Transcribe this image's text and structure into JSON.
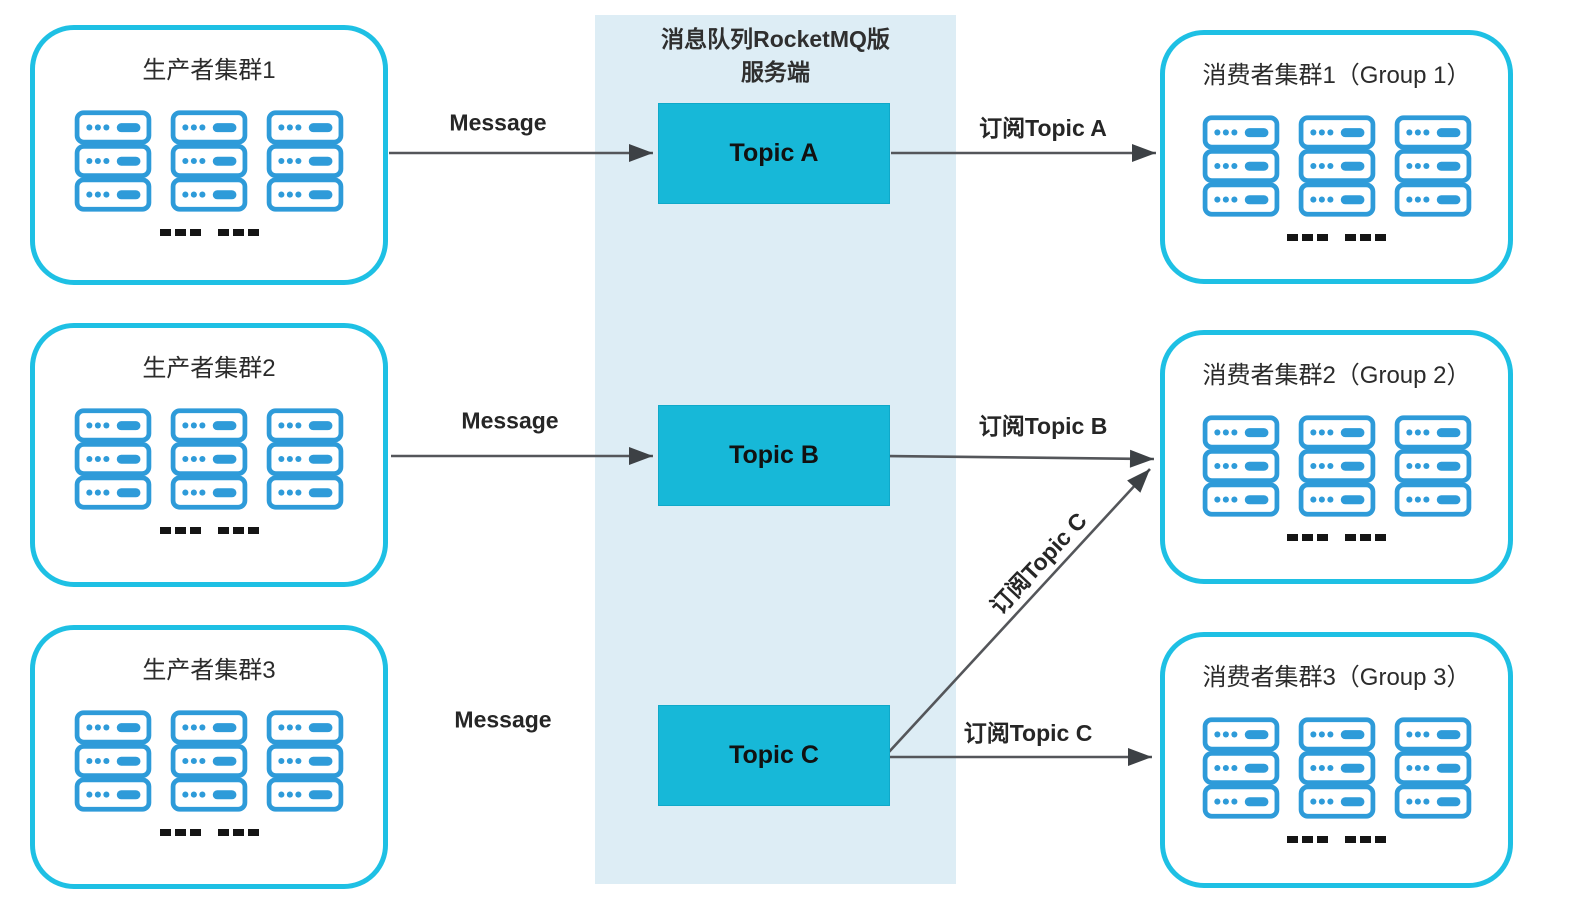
{
  "band": {
    "title_line1": "消息队列RocketMQ版",
    "title_line2": "服务端"
  },
  "producers": [
    {
      "title": "生产者集群1"
    },
    {
      "title": "生产者集群2"
    },
    {
      "title": "生产者集群3"
    }
  ],
  "consumers": [
    {
      "title": "消费者集群1（Group 1）"
    },
    {
      "title": "消费者集群2（Group 2）"
    },
    {
      "title": "消费者集群3（Group 3）"
    }
  ],
  "topics": [
    {
      "label": "Topic A"
    },
    {
      "label": "Topic B"
    },
    {
      "label": "Topic C"
    }
  ],
  "labels": {
    "message1": "Message",
    "message2": "Message",
    "message3": "Message",
    "subscribe_a": "订阅Topic A",
    "subscribe_b": "订阅Topic B",
    "subscribe_c_to_group2": "订阅Topic C",
    "subscribe_c_to_group3": "订阅Topic C"
  },
  "icons": {
    "server": "server-rack-icon",
    "ellipsis": "more-servers-dots"
  },
  "colors": {
    "cluster_border": "#1ec0e4",
    "server_icon_blue": "#2e9bd9",
    "topic_fill": "#17b8d8",
    "band_background": "#ddedf5",
    "arrow": "#54565a",
    "text": "#262626"
  }
}
